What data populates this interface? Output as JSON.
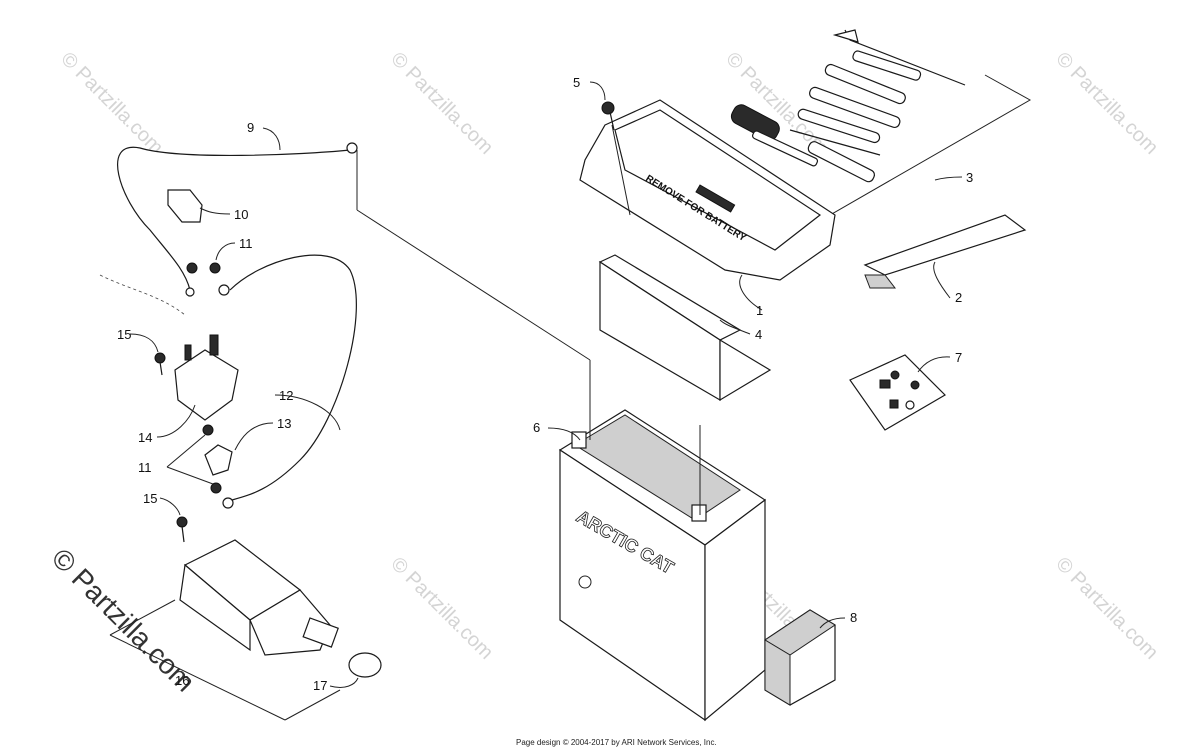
{
  "watermark": "© Partzilla.com",
  "watermark_large": "© Partzilla.com",
  "callouts": {
    "c1": "1",
    "c2": "2",
    "c3": "3",
    "c4": "4",
    "c5": "5",
    "c6": "6",
    "c7": "7",
    "c8": "8",
    "c9": "9",
    "c10": "10",
    "c11a": "11",
    "c11b": "11",
    "c12": "12",
    "c13": "13",
    "c14": "14",
    "c15a": "15",
    "c15b": "15",
    "c16": "16",
    "c17": "17"
  },
  "labels": {
    "battery_brand": "ARCTIC CAT",
    "tray_text": "REMOVE FOR BATTERY"
  },
  "footer": "Page design © 2004-2017 by ARI Network Services, Inc."
}
